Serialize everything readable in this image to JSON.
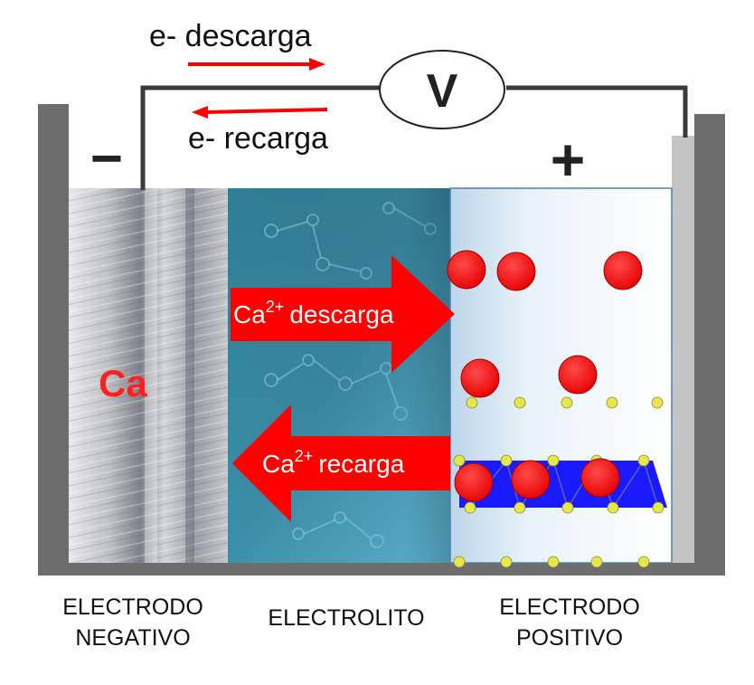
{
  "electron_labels": {
    "discharge": "e- descarga",
    "recharge": "e- recarga"
  },
  "voltmeter": {
    "symbol": "V"
  },
  "terminals": {
    "negative": "−",
    "positive": "+"
  },
  "negative_electrode": {
    "element": "Ca"
  },
  "ion_arrows": {
    "discharge": {
      "ion": "Ca",
      "charge": "2+",
      "label": "descarga"
    },
    "recharge": {
      "ion": "Ca",
      "charge": "2+",
      "label": "recarga"
    }
  },
  "bottom_labels": {
    "negative": {
      "line1": "ELECTRODO",
      "line2": "NEGATIVO"
    },
    "electrolyte": {
      "line1": "ELECTROLITO"
    },
    "positive": {
      "line1": "ELECTRODO",
      "line2": "POSITIVO"
    }
  },
  "colors": {
    "ion_red": "#ff1a1a",
    "arrow_red": "#ff0000",
    "lattice_blue": "#1a1aff",
    "lattice_yellow": "#e6e64d",
    "container_gray": "#6d6d6d",
    "ca_text": "#ff2020"
  }
}
